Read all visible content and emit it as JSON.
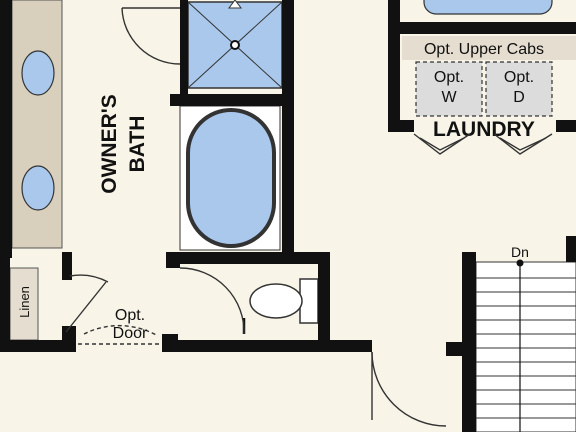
{
  "colors": {
    "floor": "#f8f5e8",
    "wall": "#111111",
    "fixture_blue": "#a9c8ec",
    "counter": "#d8cfbd",
    "cabinet": "#e5ddd0",
    "appliance": "#dcdcdc",
    "white": "#ffffff"
  },
  "labels": {
    "owners": "OWNER'S",
    "bath": "BATH",
    "linen": "Linen",
    "opt_door_line1": "Opt.",
    "opt_door_line2": "Door",
    "opt_upper_cabs": "Opt. Upper Cabs",
    "opt_w_line1": "Opt.",
    "opt_w_line2": "W",
    "opt_d_line1": "Opt.",
    "opt_d_line2": "D",
    "laundry": "LAUNDRY",
    "stairs_dn": "Dn"
  }
}
